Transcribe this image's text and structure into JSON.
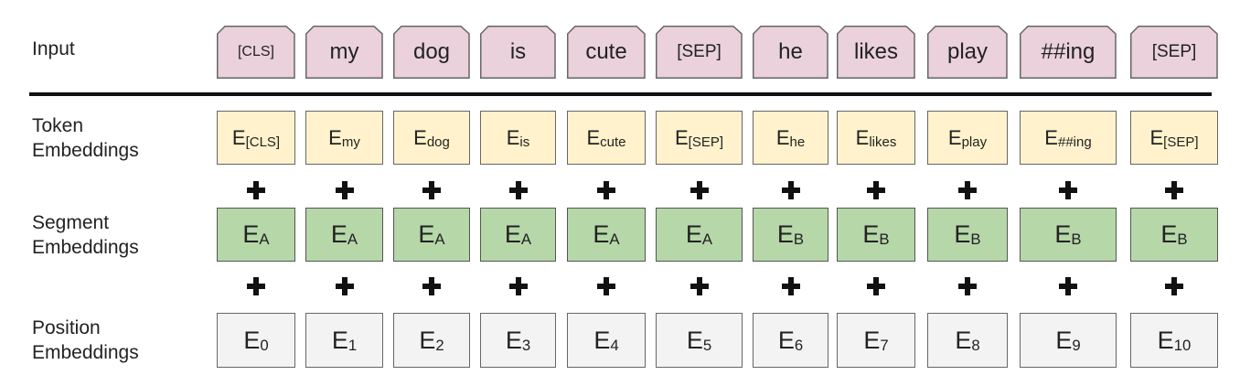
{
  "labels": {
    "input": "Input",
    "token": [
      "Token",
      "Embeddings"
    ],
    "segment": [
      "Segment",
      "Embeddings"
    ],
    "position": [
      "Position",
      "Embeddings"
    ]
  },
  "tokens": [
    {
      "input": "[CLS]",
      "size": "small",
      "token_base": "E",
      "token_sub": "[CLS]",
      "segment_base": "E",
      "segment_sub": "A",
      "position_base": "E",
      "position_sub": "0"
    },
    {
      "input": "my",
      "size": "normal",
      "token_base": "E",
      "token_sub": "my",
      "segment_base": "E",
      "segment_sub": "A",
      "position_base": "E",
      "position_sub": "1"
    },
    {
      "input": "dog",
      "size": "normal",
      "token_base": "E",
      "token_sub": "dog",
      "segment_base": "E",
      "segment_sub": "A",
      "position_base": "E",
      "position_sub": "2"
    },
    {
      "input": "is",
      "size": "normal",
      "token_base": "E",
      "token_sub": "is",
      "segment_base": "E",
      "segment_sub": "A",
      "position_base": "E",
      "position_sub": "3"
    },
    {
      "input": "cute",
      "size": "normal",
      "token_base": "E",
      "token_sub": "cute",
      "segment_base": "E",
      "segment_sub": "A",
      "position_base": "E",
      "position_sub": "4"
    },
    {
      "input": "[SEP]",
      "size": "mid",
      "token_base": "E",
      "token_sub": "[SEP]",
      "segment_base": "E",
      "segment_sub": "A",
      "position_base": "E",
      "position_sub": "5"
    },
    {
      "input": "he",
      "size": "normal",
      "token_base": "E",
      "token_sub": "he",
      "segment_base": "E",
      "segment_sub": "B",
      "position_base": "E",
      "position_sub": "6"
    },
    {
      "input": "likes",
      "size": "normal",
      "token_base": "E",
      "token_sub": "likes",
      "segment_base": "E",
      "segment_sub": "B",
      "position_base": "E",
      "position_sub": "7"
    },
    {
      "input": "play",
      "size": "normal",
      "token_base": "E",
      "token_sub": "play",
      "segment_base": "E",
      "segment_sub": "B",
      "position_base": "E",
      "position_sub": "8"
    },
    {
      "input": "##ing",
      "size": "normal",
      "token_base": "E",
      "token_sub": "##ing",
      "segment_base": "E",
      "segment_sub": "B",
      "position_base": "E",
      "position_sub": "9"
    },
    {
      "input": "[SEP]",
      "size": "mid",
      "token_base": "E",
      "token_sub": "[SEP]",
      "segment_base": "E",
      "segment_sub": "B",
      "position_base": "E",
      "position_sub": "10"
    }
  ],
  "operator": "+",
  "colors": {
    "input_fill": "#ead1dc",
    "token_fill": "#fff2cc",
    "segment_fill": "#b6d7a8",
    "position_fill": "#f3f3f3"
  }
}
